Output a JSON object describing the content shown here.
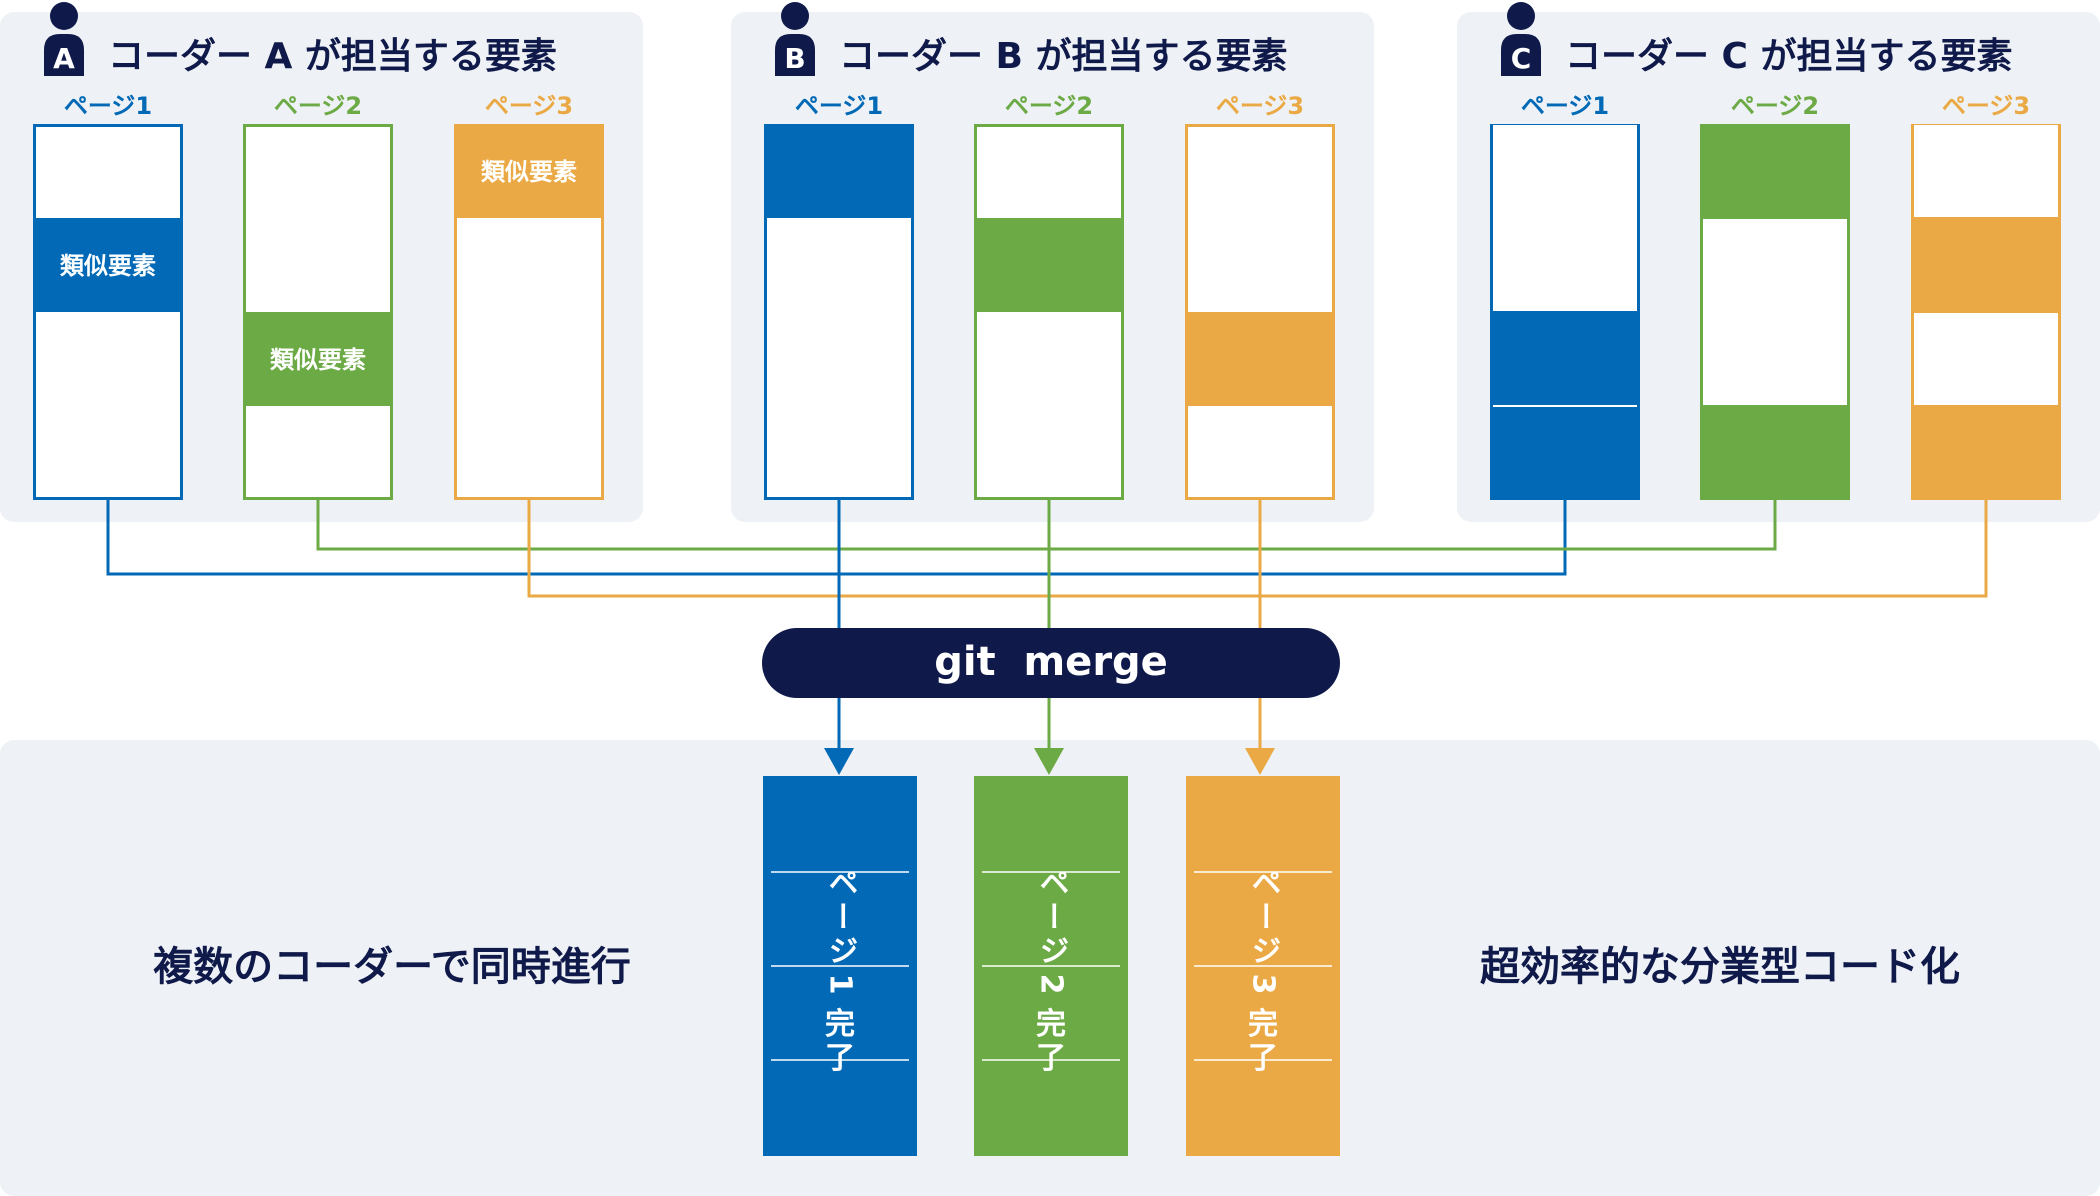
{
  "colors": {
    "blue": "#0169b6",
    "green": "#6caa46",
    "orange": "#eaa944",
    "navy": "#0f1a4a",
    "panel": "#eef1f5",
    "white": "#ffffff"
  },
  "coders": [
    {
      "badge": "A",
      "title": "コーダー A が担当する要素",
      "pages": [
        {
          "label": "ページ1",
          "color": "blue",
          "filled": false,
          "band_label": "類似要素"
        },
        {
          "label": "ページ2",
          "color": "green",
          "filled": false,
          "band_label": "類似要素"
        },
        {
          "label": "ページ3",
          "color": "orange",
          "filled": false,
          "band_label": "類似要素"
        }
      ]
    },
    {
      "badge": "B",
      "title": "コーダー B が担当する要素",
      "pages": [
        {
          "label": "ページ1",
          "color": "blue",
          "filled": false,
          "band_label": ""
        },
        {
          "label": "ページ2",
          "color": "green",
          "filled": false,
          "band_label": ""
        },
        {
          "label": "ページ3",
          "color": "orange",
          "filled": false,
          "band_label": ""
        }
      ]
    },
    {
      "badge": "C",
      "title": "コーダー C が担当する要素",
      "pages": [
        {
          "label": "ページ1",
          "color": "blue",
          "filled": true,
          "band_label": ""
        },
        {
          "label": "ページ2",
          "color": "green",
          "filled": true,
          "band_label": ""
        },
        {
          "label": "ページ3",
          "color": "orange",
          "filled": true,
          "band_label": ""
        }
      ]
    }
  ],
  "merge": {
    "label": "git  merge"
  },
  "results": [
    {
      "color": "blue",
      "page_text": "ページ1",
      "done_text": "完了"
    },
    {
      "color": "green",
      "page_text": "ページ2",
      "done_text": "完了"
    },
    {
      "color": "orange",
      "page_text": "ページ3",
      "done_text": "完了"
    }
  ],
  "left_caption": "複数のコーダーで同時進行",
  "right_caption": "超効率的な分業型コード化",
  "icons": {
    "person": "person-icon"
  }
}
